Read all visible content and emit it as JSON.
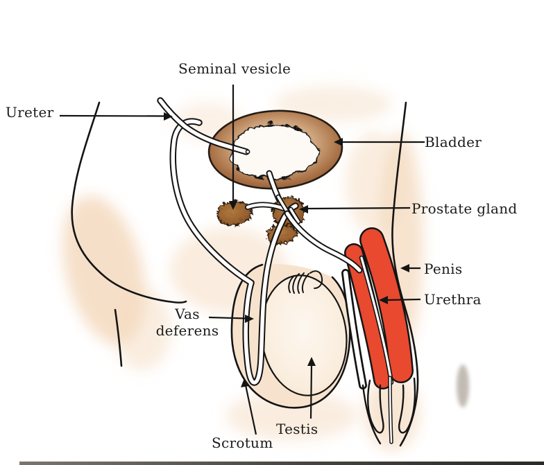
{
  "figure": {
    "type": "anatomical-diagram",
    "subject": "Human male reproductive system, side sectional view",
    "labels": {
      "seminal_vesicle": "Seminal vesicle",
      "ureter": "Ureter",
      "bladder": "Bladder",
      "prostate_gland": "Prostate gland",
      "penis": "Penis",
      "urethra": "Urethra",
      "vas_deferens_line1": "Vas",
      "vas_deferens_line2": "deferens",
      "testis": "Testis",
      "scrotum": "Scrotum"
    },
    "colors": {
      "outline": "#141414",
      "skin": "#f5dcc2",
      "bladder_ring_dark": "#8a5531",
      "bladder_ring_light": "#cfa67f",
      "gland_brown": "#96602f",
      "urethra_red": "#e8492f",
      "label_text": "#1b1b1b"
    }
  }
}
